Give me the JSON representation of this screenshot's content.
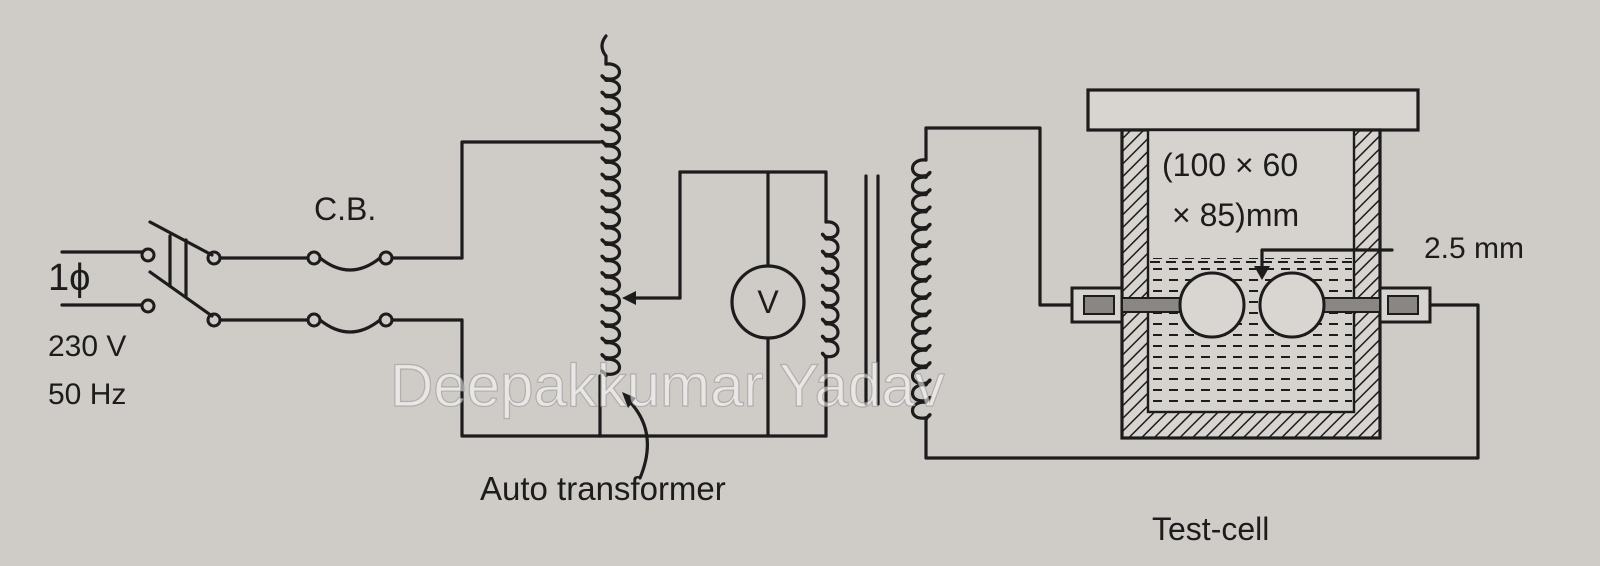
{
  "labels": {
    "supply_phase": "1ϕ",
    "supply_voltage": "230 V",
    "supply_frequency": "50 Hz",
    "circuit_breaker": "C.B.",
    "voltmeter": "V",
    "auto_transformer": "Auto transformer",
    "cell_dimensions_line1": "(100 × 60",
    "cell_dimensions_line2": "× 85)mm",
    "gap": "2.5 mm",
    "test_cell": "Test-cell"
  },
  "watermark": "Deepakkumar Yadav",
  "colors": {
    "paper": "#cfcbc6",
    "ink": "#1c1c1c"
  }
}
